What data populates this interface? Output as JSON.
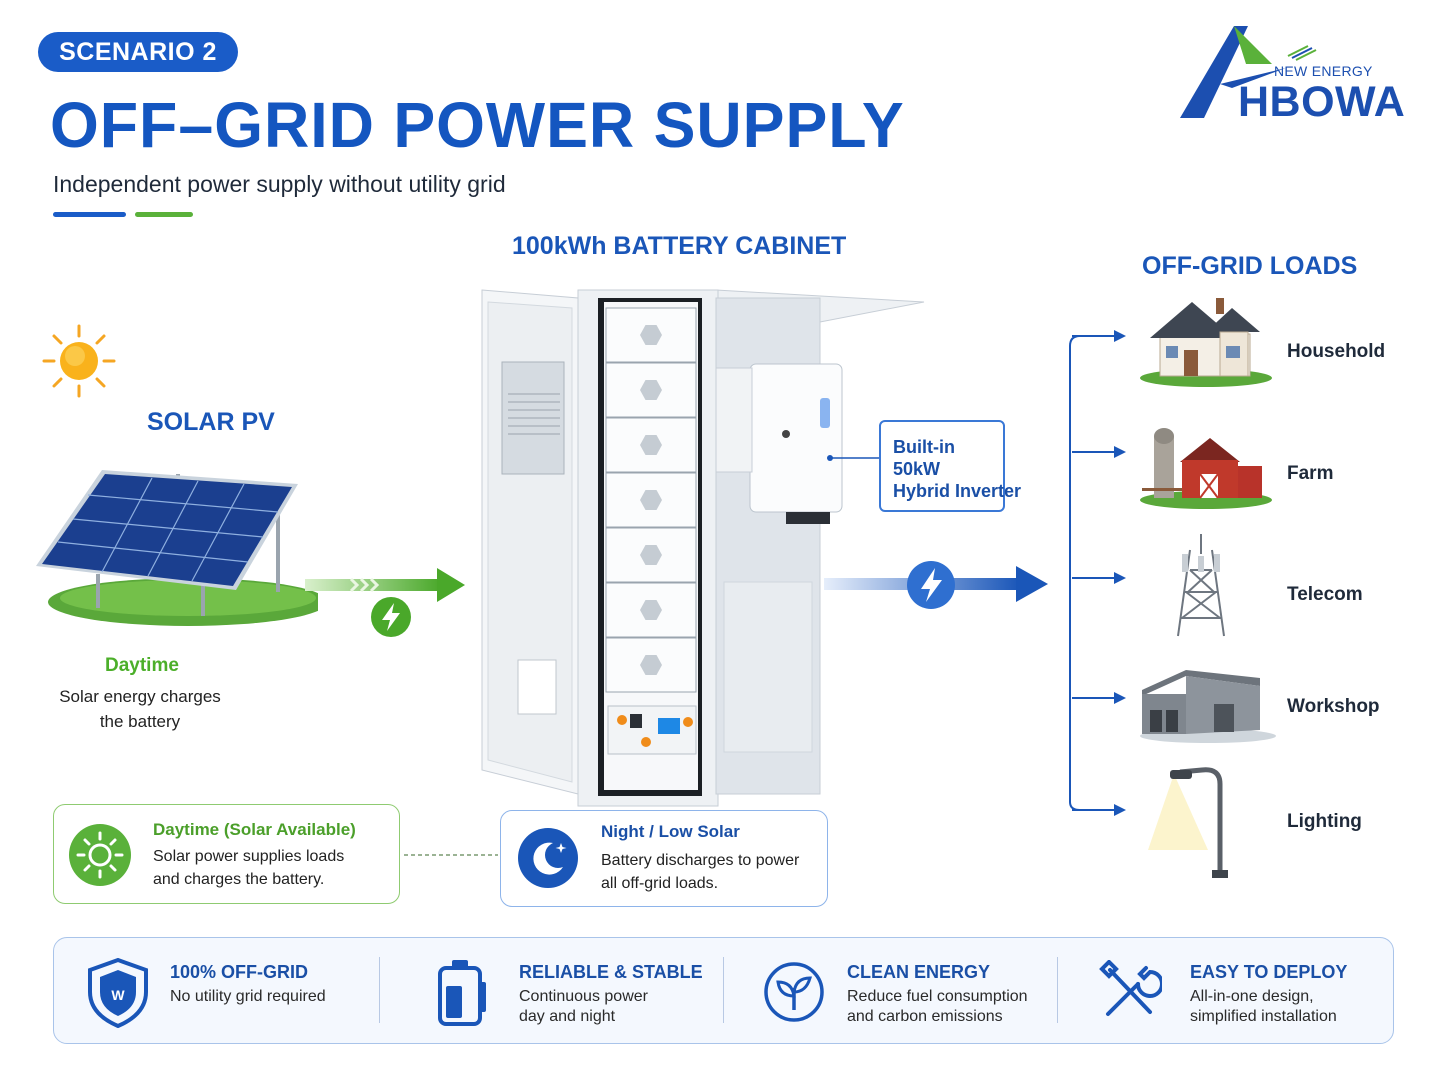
{
  "header": {
    "badge": "SCENARIO 2",
    "title": "OFF–GRID POWER SUPPLY",
    "subtitle": "Independent power supply without utility grid"
  },
  "logo": {
    "tagline": "NEW ENERGY",
    "brand": "HBOWA",
    "colors": {
      "blue": "#1c4fb0",
      "green": "#5ab13a"
    }
  },
  "solar": {
    "title": "SOLAR PV",
    "time_label": "Daytime",
    "description_line1": "Solar energy charges",
    "description_line2": "the battery",
    "icons": [
      "sun-icon",
      "solar-panel-image",
      "lightning-icon"
    ]
  },
  "cabinet": {
    "title": "100kWh BATTERY CABINET",
    "inverter_line1": "Built-in",
    "inverter_line2": "50kW",
    "inverter_line3": "Hybrid Inverter",
    "battery_module_count": 7
  },
  "loads": {
    "title": "OFF-GRID LOADS",
    "items": [
      {
        "label": "Household",
        "icon": "house-icon"
      },
      {
        "label": "Farm",
        "icon": "barn-icon"
      },
      {
        "label": "Telecom",
        "icon": "telecom-tower-icon"
      },
      {
        "label": "Workshop",
        "icon": "warehouse-icon"
      },
      {
        "label": "Lighting",
        "icon": "street-lamp-icon"
      }
    ]
  },
  "modes": {
    "day": {
      "title": "Daytime (Solar Available)",
      "line1": "Solar power supplies loads",
      "line2": "and charges the battery.",
      "icon": "sun-badge-icon"
    },
    "night": {
      "title": "Night / Low Solar",
      "line1": "Battery discharges to power",
      "line2": "all off-grid loads.",
      "icon": "moon-badge-icon"
    }
  },
  "features": [
    {
      "title": "100% OFF-GRID",
      "line1": "No utility grid required",
      "line2": "",
      "icon": "shield-icon"
    },
    {
      "title": "RELIABLE & STABLE",
      "line1": "Continuous power",
      "line2": "day and night",
      "icon": "battery-icon"
    },
    {
      "title": "CLEAN ENERGY",
      "line1": "Reduce fuel consumption",
      "line2": "and carbon emissions",
      "icon": "leaf-icon"
    },
    {
      "title": "EASY TO DEPLOY",
      "line1": "All-in-one design,",
      "line2": "simplified installation",
      "icon": "tools-icon"
    }
  ],
  "colors": {
    "primary_blue": "#1a56b8",
    "accent_green": "#5ab13a",
    "badge_blue": "#1a5cc8"
  }
}
